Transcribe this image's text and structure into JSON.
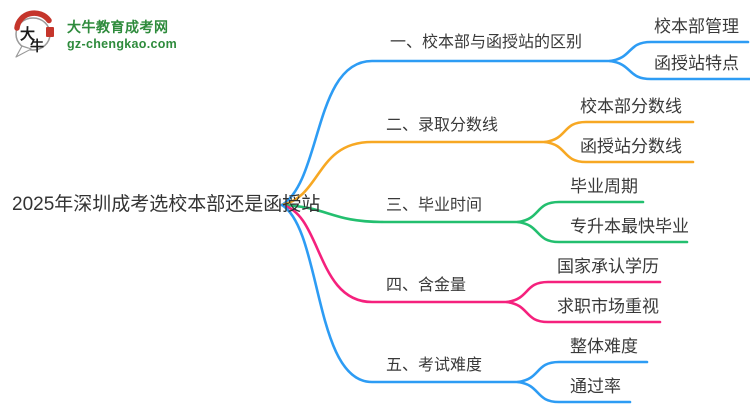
{
  "logo": {
    "mark_char_1": "大",
    "mark_char_2": "牛",
    "site_name": "大牛教育成考网",
    "site_domain": "gz-chengkao.com",
    "brand_green": "#2E8B3C",
    "seal_red": "#C5352B",
    "bubble_border_gray": "#9A9A9A"
  },
  "root": {
    "title": "2025年深圳成考选校本部还是函授站"
  },
  "branches": [
    {
      "label": "一、校本部与函授站的区别",
      "color": "#2D9CF4",
      "children": [
        {
          "label": "校本部管理"
        },
        {
          "label": "函授站特点"
        }
      ]
    },
    {
      "label": "二、录取分数线",
      "color": "#F7A823",
      "children": [
        {
          "label": "校本部分数线"
        },
        {
          "label": "函授站分数线"
        }
      ]
    },
    {
      "label": "三、毕业时间",
      "color": "#23BF6F",
      "children": [
        {
          "label": "毕业周期"
        },
        {
          "label": "专升本最快毕业"
        }
      ]
    },
    {
      "label": "四、含金量",
      "color": "#F5217D",
      "children": [
        {
          "label": "国家承认学历"
        },
        {
          "label": "求职市场重视"
        }
      ]
    },
    {
      "label": "五、考试难度",
      "color": "#2D9CF4",
      "children": [
        {
          "label": "整体难度"
        },
        {
          "label": "通过率"
        }
      ]
    }
  ]
}
